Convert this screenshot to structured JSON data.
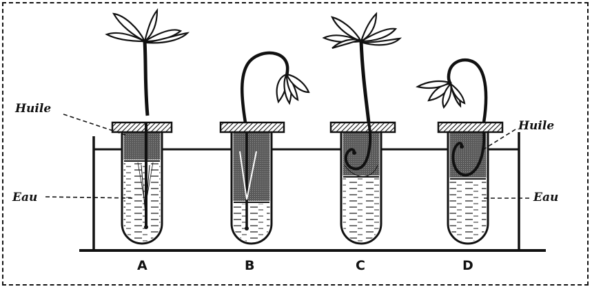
{
  "figure": {
    "labels": {
      "oil_left": "Huile",
      "water_left": "Eau",
      "oil_right": "Huile",
      "water_right": "Eau"
    },
    "tubes": [
      {
        "letter": "A",
        "plant": "upright"
      },
      {
        "letter": "B",
        "plant": "wilted"
      },
      {
        "letter": "C",
        "plant": "upright"
      },
      {
        "letter": "D",
        "plant": "wilted"
      }
    ],
    "colors": {
      "ink": "#111111",
      "paper": "#ffffff"
    }
  }
}
